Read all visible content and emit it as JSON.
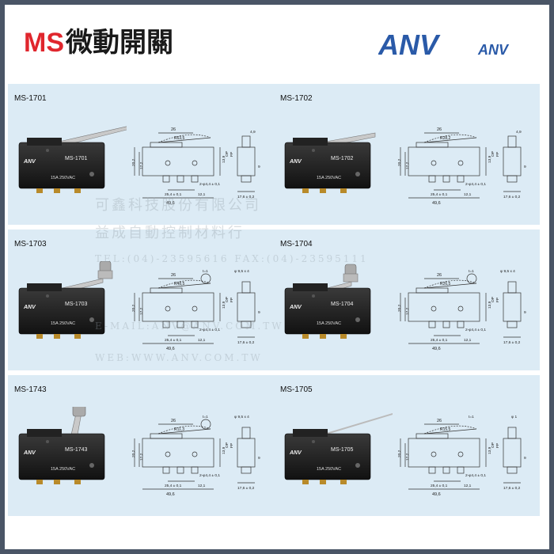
{
  "header": {
    "title_prefix": "MS",
    "title_suffix": "微動開關",
    "brand_logo": "ANV",
    "brand_logo_small": "ANV"
  },
  "colors": {
    "accent_red": "#e0262d",
    "brand_blue": "#2a5aa8",
    "panel_bg": "#dcebf5",
    "frame": "#4a5566"
  },
  "products": [
    {
      "model": "MS-1701",
      "body_label": "MS-1701",
      "rating": "15A 250VAC",
      "brand": "ANV",
      "actuator": "hinge-lever"
    },
    {
      "model": "MS-1702",
      "body_label": "MS-1702",
      "rating": "15A 250VAC",
      "brand": "ANV",
      "actuator": "short-hinge-lever"
    },
    {
      "model": "MS-1703",
      "body_label": "MS-1703",
      "rating": "15A 250VAC",
      "brand": "ANV",
      "actuator": "hinge-roller-lever"
    },
    {
      "model": "MS-1704",
      "body_label": "MS-1704",
      "rating": "15A 250VAC",
      "brand": "ANV",
      "actuator": "short-hinge-roller-lever"
    },
    {
      "model": "MS-1743",
      "body_label": "MS-1743",
      "rating": "15A 250VAC",
      "brand": "ANV",
      "actuator": "reverse-roller-lever"
    },
    {
      "model": "MS-1705",
      "body_label": "MS-1705",
      "rating": "15A 250VAC",
      "brand": "ANV",
      "actuator": "long-wire-lever"
    }
  ],
  "dimensions": {
    "width_top": "26",
    "overall": "49,6",
    "hole_pitch": "25,4 ± 0,1",
    "hole_offset": "12,1",
    "hole_dia": "2-φ4,4 ± 0,1",
    "height": "20,2",
    "height_inner": "17,2",
    "side_width": "17,6 ± 0,2",
    "side_small": "4,9",
    "side_small_2": "9",
    "op": "OP",
    "fp": "FP",
    "op_value": "13,9",
    "roller": "φ 9,5 x 4",
    "t1": "t=1",
    "r1701": "R63,5",
    "r1702": "R28,2",
    "r1703": "R48,5",
    "r1704": "R26,5",
    "r1743": "R11,3",
    "r1705": "R15,5",
    "t1705": "φ 1"
  },
  "watermark": {
    "line1": "可鑫科技股份有限公司",
    "line2": "益成自動控制材料行",
    "line3": "TEL:(04)-23595616 FAX:(04)-23595111",
    "line4": "E-MAIL:ANV@ANV.COM.TW",
    "line5": "WEB:WWW.ANV.COM.TW"
  }
}
